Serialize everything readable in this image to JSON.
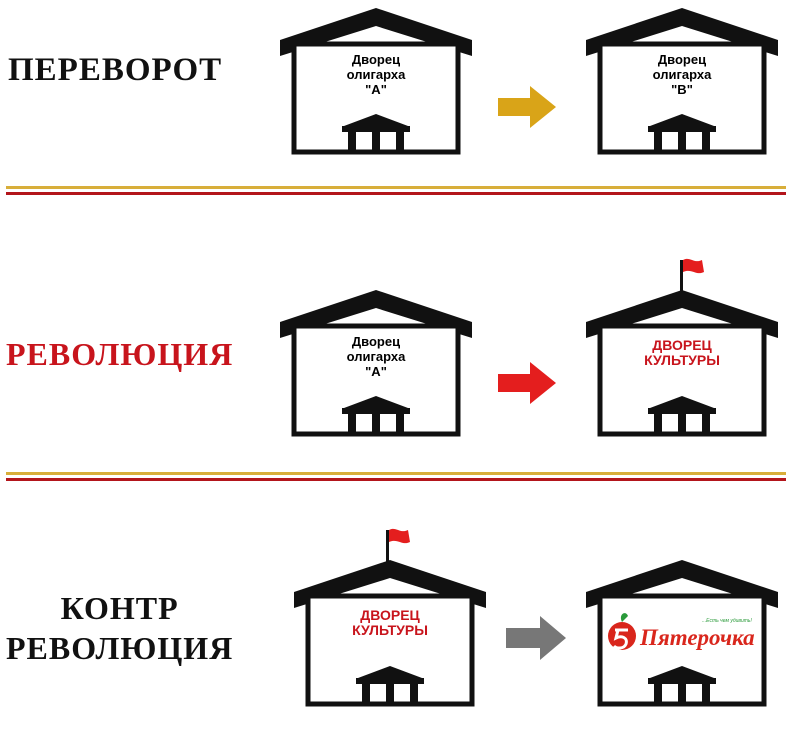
{
  "rows": [
    {
      "label": "ПЕРЕВОРОТ",
      "from_house": {
        "lines": [
          "Дворец",
          "олигарха",
          "\"А\""
        ]
      },
      "to_house": {
        "lines": [
          "Дворец",
          "олигарха",
          "\"В\""
        ]
      },
      "arrow_color": "#d9a418"
    },
    {
      "label": "РЕВОЛЮЦИЯ",
      "from_house": {
        "lines": [
          "Дворец",
          "олигарха",
          "\"А\""
        ]
      },
      "to_house": {
        "lines": [
          "ДВОРЕЦ",
          "КУЛЬТУРЫ"
        ],
        "flag": true
      },
      "arrow_color": "#e41e1e"
    },
    {
      "label_lines": [
        "КОНТР",
        "РЕВОЛЮЦИЯ"
      ],
      "from_house": {
        "lines": [
          "ДВОРЕЦ",
          "КУЛЬТУРЫ"
        ],
        "flag": true
      },
      "to_house": {
        "logo_text": "Пятерочка",
        "logo_slogan": "...Есть чем удивить!"
      },
      "arrow_color": "#777777"
    }
  ],
  "colors": {
    "divider_gold": "#d8ae3a",
    "divider_red": "#b3151b",
    "house_black": "#111111",
    "accent_red": "#c8141c",
    "logo_green": "#2a9a3a"
  }
}
